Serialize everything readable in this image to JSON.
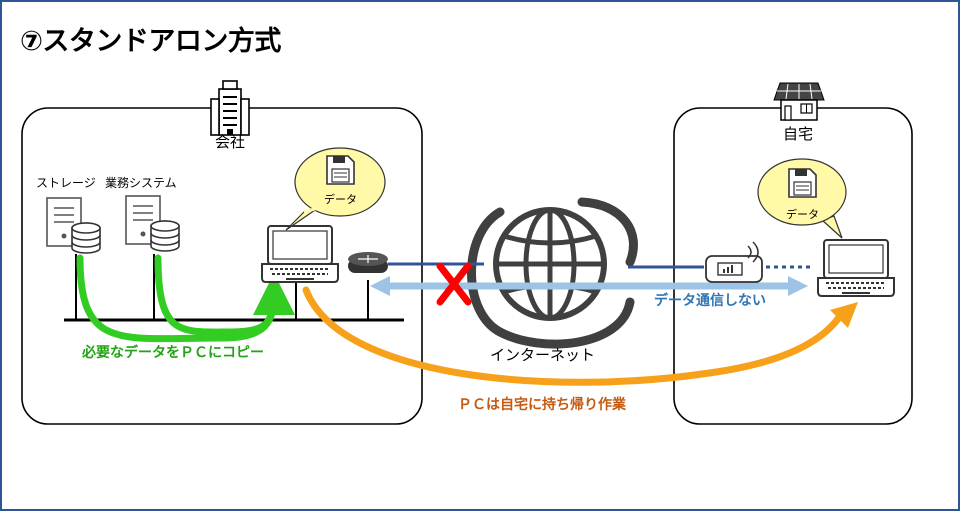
{
  "title": "⑦スタンドアロン方式",
  "office": {
    "label": "会社",
    "storage_label": "ストレージ",
    "business_system_label": "業務システム",
    "bubble_label": "データ"
  },
  "home": {
    "label": "自宅",
    "bubble_label": "データ"
  },
  "internet": {
    "label": "インターネット",
    "blocked_mark": "X"
  },
  "flows": {
    "copy_label": "必要なデータをＰＣにコピー",
    "no_comm_label": "データ通信しない",
    "carry_home_label": "ＰＣは自宅に持ち帰り作業"
  },
  "colors": {
    "green": "#22a316",
    "blue": "#2e75b6",
    "light_blue": "#9dc3e6",
    "orange": "#c55a11",
    "arrow_orange": "#f7a11a",
    "red": "#ff0000",
    "bubble_fill": "#fff9a8",
    "dark_line": "#1f3864"
  }
}
